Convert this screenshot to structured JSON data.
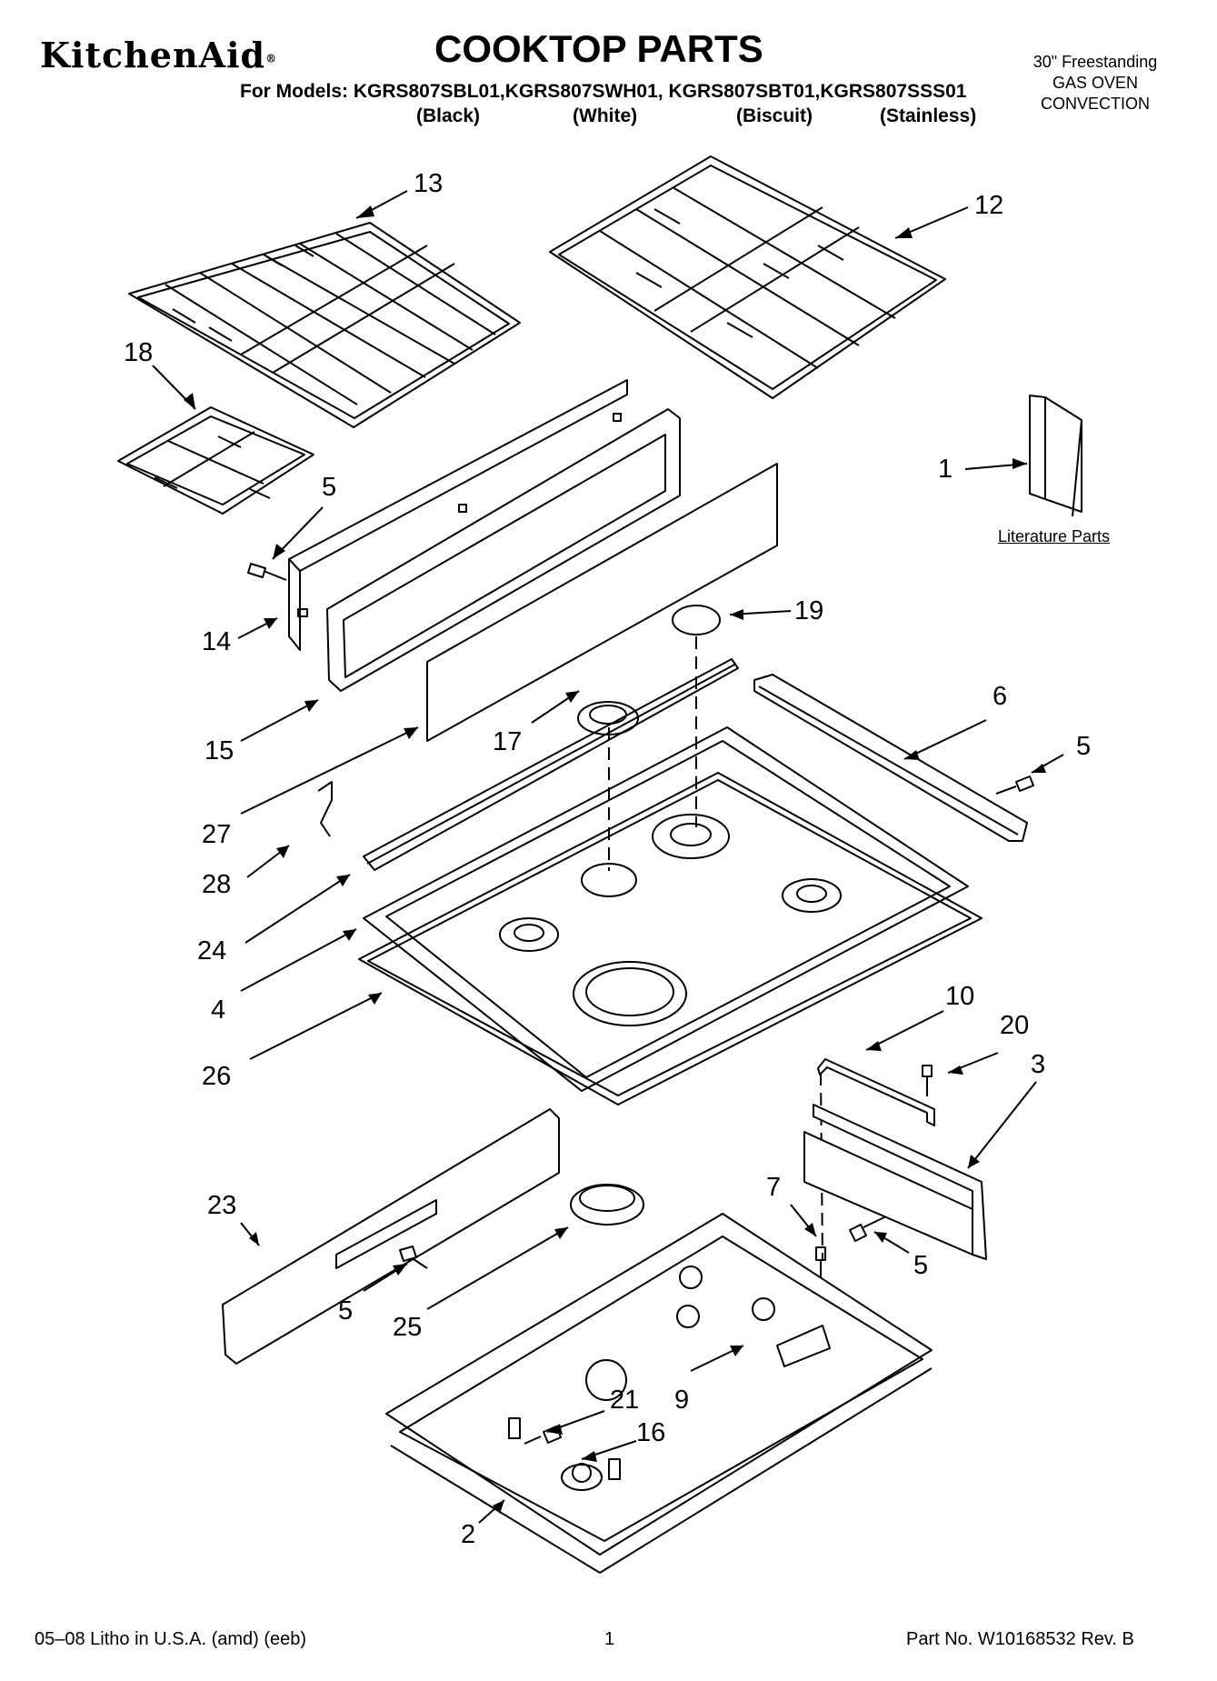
{
  "header": {
    "brand": "KitchenAid",
    "brand_mark": "®",
    "title": "COOKTOP PARTS",
    "models_line": "For Models: KGRS807SBL01,KGRS807SWH01, KGRS807SBT01,KGRS807SSS01",
    "colors": [
      "(Black)",
      "(White)",
      "(Biscuit)",
      "(Stainless)"
    ],
    "product_lines": [
      "30\" Freestanding",
      "GAS OVEN",
      "CONVECTION"
    ]
  },
  "callouts": {
    "p13": "13",
    "p12": "12",
    "p18": "18",
    "p5a": "5",
    "p1": "1",
    "p14": "14",
    "p19": "19",
    "p15": "15",
    "p6": "6",
    "p5b": "5",
    "p17": "17",
    "p27": "27",
    "p28": "28",
    "p24": "24",
    "p4": "4",
    "p26": "26",
    "p10": "10",
    "p20": "20",
    "p3": "3",
    "p23": "23",
    "p7": "7",
    "p5c": "5",
    "p5d": "5",
    "p25": "25",
    "p21": "21",
    "p9": "9",
    "p16": "16",
    "p2": "2"
  },
  "literature_label": "Literature Parts",
  "footer": {
    "litho": "05–08 Litho in U.S.A. (amd) (eeb)",
    "page": "1",
    "part_no": "Part No. W10168532 Rev. B"
  }
}
